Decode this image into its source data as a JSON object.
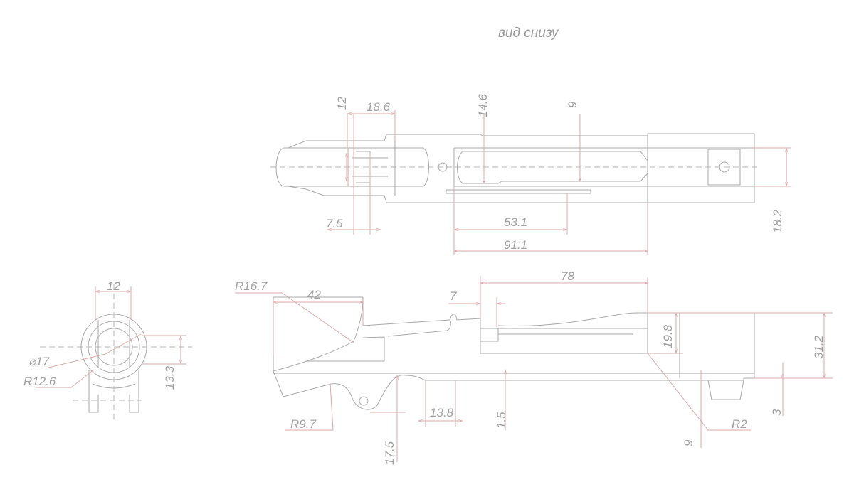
{
  "title": "вид снизу",
  "colors": {
    "outline": "#a9a9a9",
    "dimension": "#dcaaaa",
    "text": "#a0a0a0"
  },
  "bottom_view": {
    "dims": {
      "d12": "12",
      "d18_6": "18.6",
      "d14_6": "14.6",
      "d9": "9",
      "d7_5": "7.5",
      "d53_1": "53.1",
      "d91_1": "91.1",
      "d18_2": "18.2"
    }
  },
  "side_view": {
    "dims": {
      "r16_7": "R16.7",
      "d42": "42",
      "d7": "7",
      "d78": "78",
      "d19_8": "19.8",
      "d31_2": "31.2",
      "r2": "R2",
      "d3": "3",
      "d9": "9",
      "d1_5": "1.5",
      "d13_8": "13.8",
      "d17_5": "17.5",
      "r9_7": "R9.7"
    }
  },
  "front_view": {
    "dims": {
      "d12": "12",
      "dia17": "⌀17",
      "r12_6": "R12.6",
      "d13_3": "13.3"
    }
  }
}
